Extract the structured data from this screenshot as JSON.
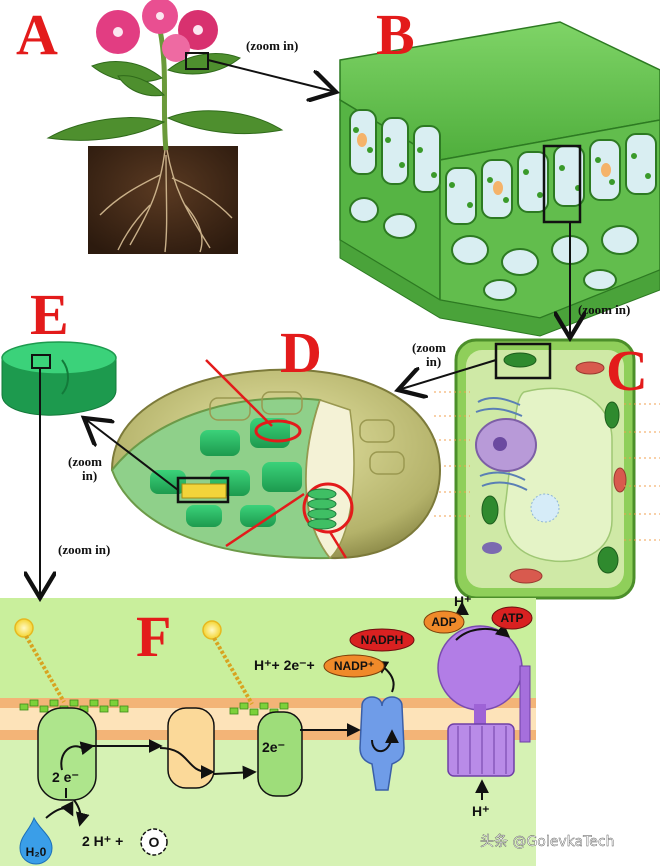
{
  "panels": {
    "a": "A",
    "b": "B",
    "c": "C",
    "d": "D",
    "e": "E",
    "f": "F"
  },
  "zoom": {
    "a_to_b": "(zoom in)",
    "b_to_c": "(zoom in)",
    "c_to_d_line1": "(zoom",
    "c_to_d_line2": "in)",
    "d_to_e_line1": "(zoom",
    "d_to_e_line2": "in)",
    "e_to_f": "(zoom in)"
  },
  "photosynthesis": {
    "h_plus_top": "H⁺",
    "h_plus_bottom": "H⁺",
    "adp": "ADP",
    "atp": "ATP",
    "nadph": "NADPH",
    "nadp_plus": "NADP⁺",
    "nadp_equation": "H⁺+ 2e⁻+",
    "electrons_ps2": "2 e⁻",
    "electrons_ps1": "2e⁻",
    "water": "H₂0",
    "products": "2 H⁺ +",
    "oxygen": "O"
  },
  "watermark": "头条 @GolevkaTech",
  "colors": {
    "label_red": "#e31b1b",
    "leaf_green": "#5cbf4a",
    "stroma_bg": "#c9ef9c",
    "membrane_orange": "#f3b477",
    "nadph_red": "#d92121",
    "adp_orange": "#f08a2a",
    "synthase_purple": "#b27de6"
  }
}
